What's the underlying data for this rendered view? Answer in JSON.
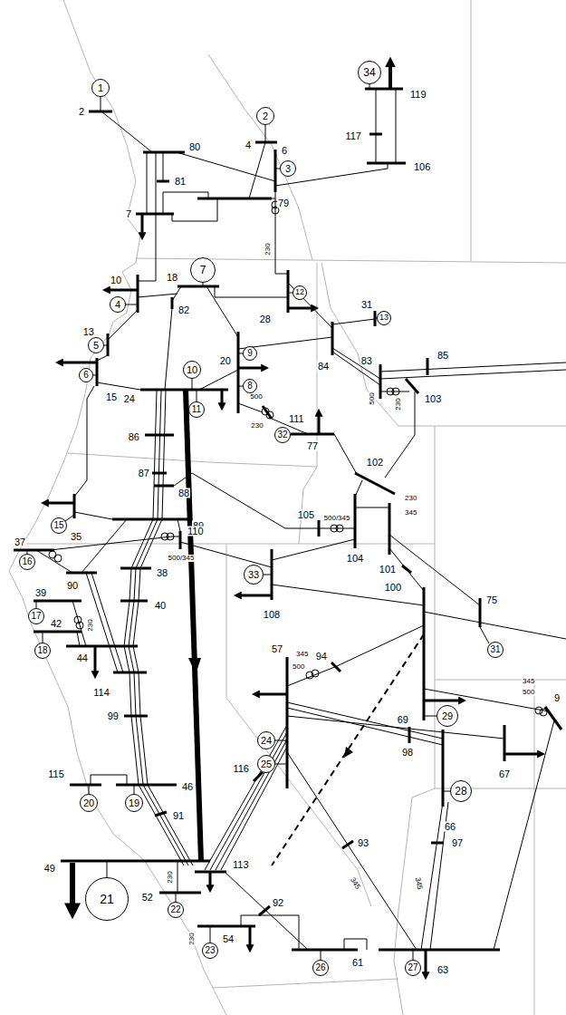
{
  "diagram": {
    "nodes": [
      {
        "text": [
          "34"
        ]
      },
      {
        "text": [
          "1"
        ]
      },
      {
        "text": [
          "2"
        ]
      },
      {
        "text": [
          "3"
        ]
      },
      {
        "text": [
          "4"
        ]
      },
      {
        "text": [
          "7"
        ]
      },
      {
        "text": [
          "12"
        ]
      },
      {
        "text": [
          "13"
        ]
      },
      {
        "text": [
          "5"
        ]
      },
      {
        "text": [
          "9"
        ]
      },
      {
        "text": [
          "6"
        ]
      },
      {
        "text": [
          "10"
        ]
      },
      {
        "text": [
          "8"
        ]
      },
      {
        "text": [
          "11"
        ]
      },
      {
        "text": [
          "32"
        ]
      },
      {
        "text": [
          "15"
        ]
      },
      {
        "text": [
          "16"
        ]
      },
      {
        "text": [
          "33"
        ]
      },
      {
        "text": [
          "17"
        ]
      },
      {
        "text": [
          "31"
        ]
      },
      {
        "text": [
          "18"
        ]
      },
      {
        "text": [
          "29"
        ]
      },
      {
        "text": [
          "24"
        ]
      },
      {
        "text": [
          "25"
        ]
      },
      {
        "text": [
          "28"
        ]
      },
      {
        "text": [
          "20"
        ]
      },
      {
        "text": [
          "19"
        ]
      },
      {
        "text": [
          "21"
        ]
      },
      {
        "text": [
          "22"
        ]
      },
      {
        "text": [
          "23"
        ]
      },
      {
        "text": [
          "26"
        ]
      },
      {
        "text": [
          "27"
        ]
      }
    ],
    "labels": [
      "2",
      "4",
      "80",
      "81",
      "7",
      "79",
      "6",
      "119",
      "117",
      "106",
      "10",
      "18",
      "230",
      "28",
      "82",
      "13",
      "31",
      "15",
      "24",
      "20",
      "84",
      "85",
      "83",
      "500",
      "230",
      "103",
      "500",
      "230",
      "111",
      "86",
      "87",
      "88",
      "35",
      "89",
      "37",
      "110",
      "500/345",
      "105",
      "500/345",
      "230",
      "345",
      "102",
      "104",
      "101",
      "75",
      "100",
      "108",
      "39",
      "40",
      "42",
      "230",
      "44",
      "114",
      "57",
      "345",
      "500",
      "94",
      "69",
      "345",
      "500",
      "9",
      "98",
      "66",
      "67",
      "99",
      "116",
      "115",
      "46",
      "91",
      "93",
      "345",
      "345",
      "97",
      "49",
      "230",
      "113",
      "52",
      "92",
      "230",
      "54",
      "61",
      "63",
      "38",
      "90",
      "77"
    ]
  }
}
